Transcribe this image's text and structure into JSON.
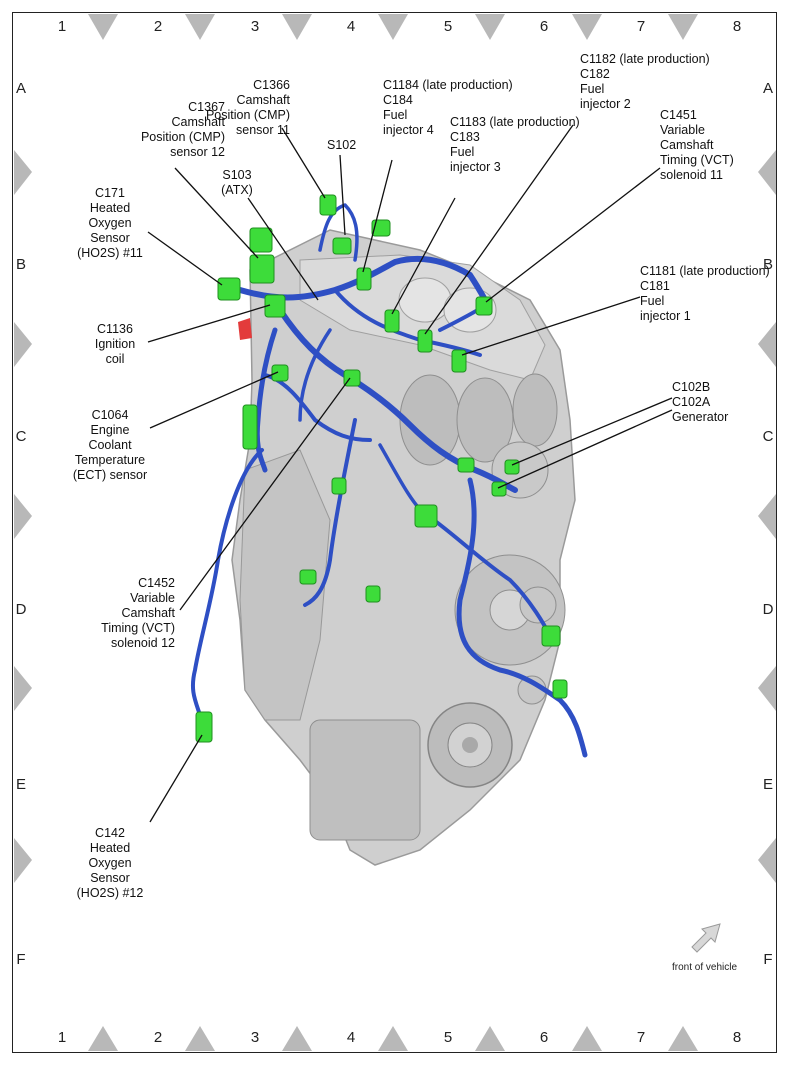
{
  "grid": {
    "columns": [
      "1",
      "2",
      "3",
      "4",
      "5",
      "6",
      "7",
      "8"
    ],
    "rows": [
      "A",
      "B",
      "C",
      "D",
      "E",
      "F"
    ]
  },
  "callouts": {
    "c1367": [
      "C1367",
      "Camshaft",
      "Position (CMP)",
      "sensor 12"
    ],
    "c1366": [
      "C1366",
      "Camshaft",
      "Position (CMP)",
      "sensor 11"
    ],
    "c1184": [
      "C1184 (late production)",
      "C184",
      "Fuel",
      "injector 4"
    ],
    "c1182": [
      "C1182  (late production)",
      "C182",
      "Fuel",
      "injector 2"
    ],
    "c1183": [
      "C1183 (late production)",
      "C183",
      "Fuel",
      "injector 3"
    ],
    "s102": [
      "S102"
    ],
    "s103": [
      "S103",
      "(ATX)"
    ],
    "c171": [
      "C171",
      "Heated",
      "Oxygen",
      "Sensor",
      "(HO2S) #11"
    ],
    "c1451": [
      "C1451",
      "Variable",
      "Camshaft",
      "Timing (VCT)",
      "solenoid 11"
    ],
    "c1181": [
      "C1181 (late production)",
      "C181",
      "Fuel",
      "injector 1"
    ],
    "c1136": [
      "C1136",
      "Ignition",
      "coil"
    ],
    "c102": [
      "C102B",
      "C102A",
      "Generator"
    ],
    "c1064": [
      "C1064",
      "Engine",
      "Coolant",
      "Temperature",
      "(ECT) sensor"
    ],
    "c1452": [
      "C1452",
      "Variable",
      "Camshaft",
      "Timing (VCT)",
      "solenoid 12"
    ],
    "c142": [
      "C142",
      "Heated",
      "Oxygen",
      "Sensor",
      "(HO2S) #12"
    ]
  },
  "front_of_vehicle": "front of vehicle",
  "colors": {
    "harness": "#2e4fc4",
    "connector": "#3ddc3a",
    "engine": "#c9c9c9",
    "engine_dark": "#9a9a9a",
    "marker": "#b8b8b8"
  }
}
